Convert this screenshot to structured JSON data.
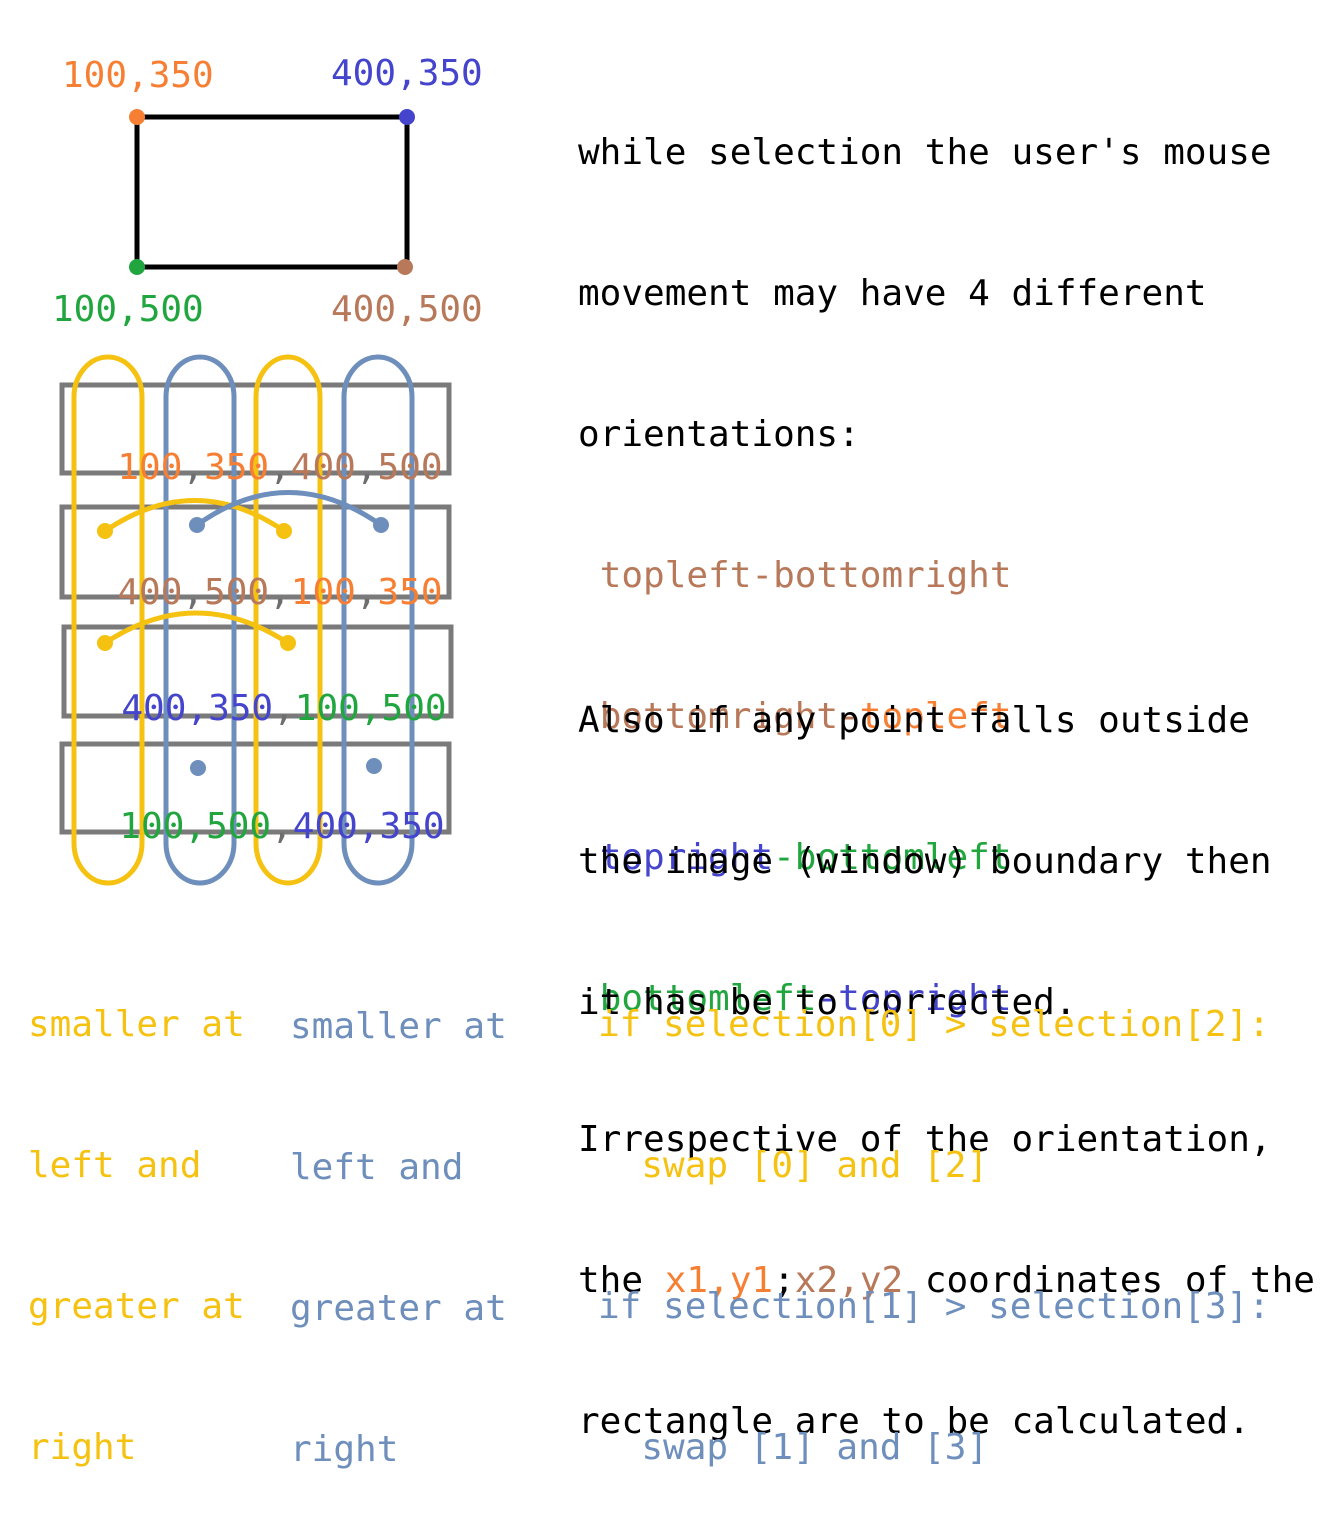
{
  "colors": {
    "orange": "#f77f33",
    "brown": "#b7795a",
    "blue": "#4444cc",
    "green": "#21a63f",
    "yellow": "#f5c211",
    "steel": "#6e8ebc",
    "gray": "#7a7a7a"
  },
  "corners": {
    "top_left": "100,350",
    "top_right": "400,350",
    "bottom_left": "100,500",
    "bottom_right": "400,500"
  },
  "rows": [
    {
      "a": "100",
      "b": "350",
      "c": "400",
      "d": "500"
    },
    {
      "a": "400",
      "b": "500",
      "c": "100",
      "d": "350"
    },
    {
      "a": "400",
      "b": "350",
      "c": "100",
      "d": "500"
    },
    {
      "a": "100",
      "b": "500",
      "c": "400",
      "d": "350"
    }
  ],
  "comma": ",",
  "description": {
    "intro_1": "while selection the user's mouse",
    "intro_2": "movement may have 4 different",
    "intro_3": "orientations:",
    "o1_a": "topleft",
    "o1_sep": "-",
    "o1_b": "bottomright",
    "o2_a": "bottomright",
    "o2_sep": "-",
    "o2_b": "topleft",
    "o3_a": "topright",
    "o3_sep": "-",
    "o3_b": "bottomleft",
    "o4_a": "bottomleft",
    "o4_sep": "-",
    "o4_b": "topright",
    "irr_1": "Irrespective of the orientation,",
    "irr_2_pre": "the ",
    "irr_2_x1y1": "x1,y1",
    "irr_2_semi": ";",
    "irr_2_x2y2": "x2,y2",
    "irr_2_post": " coordinates of the",
    "irr_3": "rectangle are to be calculated.",
    "also_1": "Also if any point falls outside",
    "also_2": "the image (window) boundary then",
    "also_3": "it has be to corrected."
  },
  "notes": {
    "yellow": [
      "smaller at",
      "left and",
      "greater at",
      "right"
    ],
    "steel": [
      "smaller at",
      "left and",
      "greater at",
      "right"
    ]
  },
  "code": {
    "line1": "if selection[0] > selection[2]:",
    "line2": "  swap [0] and [2]",
    "line3": "if selection[1] > selection[3]:",
    "line4": "  swap [1] and [3]"
  }
}
